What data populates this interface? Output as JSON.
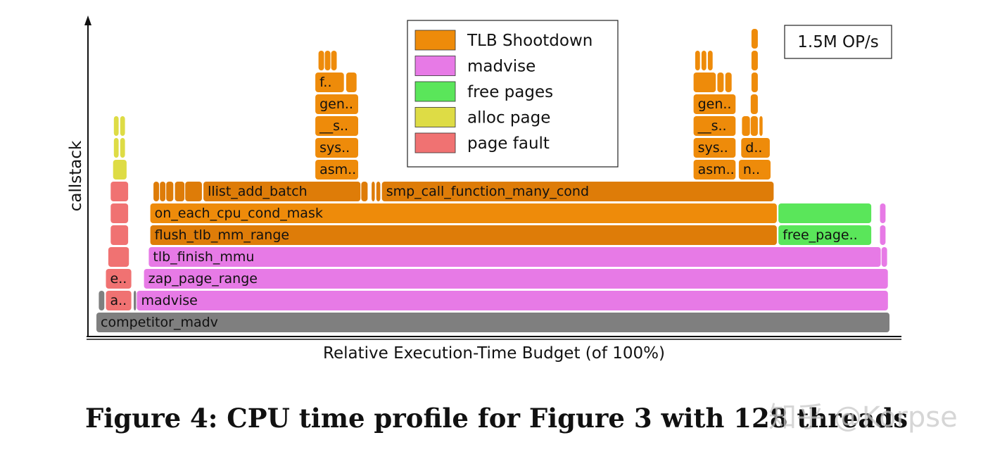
{
  "colors": {
    "tlb_shootdown": "#EE8B0A",
    "tlb_shootdown_dark": "#DE7C08",
    "madvise": "#E77AE6",
    "free_pages": "#5AE65A",
    "alloc_page": "#DEDC45",
    "page_fault": "#F07272",
    "other": "#7F7F7F"
  },
  "chart_data": {
    "type": "flamegraph",
    "xlabel": "Relative Execution-Time Budget (of 100%)",
    "ylabel": "callstack",
    "xlim": [
      0,
      100
    ],
    "legend": [
      {
        "label": "TLB Shootdown",
        "category": "tlb_shootdown"
      },
      {
        "label": "madvise",
        "category": "madvise"
      },
      {
        "label": "free pages",
        "category": "free_pages"
      },
      {
        "label": "alloc page",
        "category": "alloc_page"
      },
      {
        "label": "page fault",
        "category": "page_fault"
      }
    ],
    "legend_position": "top-center",
    "annotation": "1.5M OP/s",
    "frames": [
      {
        "label": "competitor_madv",
        "depth": 0,
        "start": 0.0,
        "width": 100.0,
        "category": "other"
      },
      {
        "label": "",
        "depth": 1,
        "start": 0.3,
        "width": 0.7,
        "category": "other"
      },
      {
        "label": "a..",
        "depth": 1,
        "start": 1.2,
        "width": 3.2,
        "category": "page_fault"
      },
      {
        "label": "",
        "depth": 1,
        "start": 4.7,
        "width": 0.3,
        "category": "other"
      },
      {
        "label": "madvise",
        "depth": 1,
        "start": 5.1,
        "width": 94.7,
        "category": "madvise"
      },
      {
        "label": "e..",
        "depth": 2,
        "start": 1.2,
        "width": 3.2,
        "category": "page_fault"
      },
      {
        "label": "zap_page_range",
        "depth": 2,
        "start": 6.0,
        "width": 93.8,
        "category": "madvise"
      },
      {
        "label": "",
        "depth": 3,
        "start": 1.5,
        "width": 2.6,
        "category": "page_fault"
      },
      {
        "label": "tlb_finish_mmu",
        "depth": 3,
        "start": 6.6,
        "width": 92.3,
        "category": "madvise"
      },
      {
        "label": "",
        "depth": 3,
        "start": 99.0,
        "width": 0.7,
        "category": "madvise"
      },
      {
        "label": "",
        "depth": 4,
        "start": 1.8,
        "width": 2.2,
        "category": "page_fault"
      },
      {
        "label": "flush_tlb_mm_range",
        "depth": 4,
        "start": 6.8,
        "width": 79.0,
        "category": "tlb_shootdown_dark"
      },
      {
        "label": "free_page..",
        "depth": 4,
        "start": 86.0,
        "width": 11.7,
        "category": "free_pages"
      },
      {
        "label": "",
        "depth": 4,
        "start": 98.8,
        "width": 0.7,
        "category": "madvise"
      },
      {
        "label": "",
        "depth": 5,
        "start": 1.8,
        "width": 2.2,
        "category": "page_fault"
      },
      {
        "label": "on_each_cpu_cond_mask",
        "depth": 5,
        "start": 6.8,
        "width": 79.0,
        "category": "tlb_shootdown"
      },
      {
        "label": "",
        "depth": 5,
        "start": 86.0,
        "width": 11.7,
        "category": "free_pages"
      },
      {
        "label": "",
        "depth": 5,
        "start": 98.8,
        "width": 0.7,
        "category": "madvise"
      },
      {
        "label": "",
        "depth": 6,
        "start": 1.8,
        "width": 2.2,
        "category": "page_fault"
      },
      {
        "label": "",
        "depth": 6,
        "start": 7.2,
        "width": 0.7,
        "category": "tlb_shootdown_dark"
      },
      {
        "label": "",
        "depth": 6,
        "start": 8.0,
        "width": 0.7,
        "category": "tlb_shootdown_dark"
      },
      {
        "label": "",
        "depth": 6,
        "start": 8.8,
        "width": 0.9,
        "category": "tlb_shootdown_dark"
      },
      {
        "label": "",
        "depth": 6,
        "start": 9.9,
        "width": 1.2,
        "category": "tlb_shootdown_dark"
      },
      {
        "label": "",
        "depth": 6,
        "start": 11.2,
        "width": 2.1,
        "category": "tlb_shootdown_dark"
      },
      {
        "label": "llist_add_batch",
        "depth": 6,
        "start": 13.5,
        "width": 19.8,
        "category": "tlb_shootdown_dark"
      },
      {
        "label": "",
        "depth": 6,
        "start": 33.4,
        "width": 0.8,
        "category": "tlb_shootdown_dark"
      },
      {
        "label": "",
        "depth": 6,
        "start": 34.7,
        "width": 0.4,
        "category": "tlb_shootdown_dark"
      },
      {
        "label": "",
        "depth": 6,
        "start": 35.3,
        "width": 0.5,
        "category": "tlb_shootdown_dark"
      },
      {
        "label": "smp_call_function_many_cond",
        "depth": 6,
        "start": 36.0,
        "width": 49.4,
        "category": "tlb_shootdown_dark"
      },
      {
        "label": "",
        "depth": 7,
        "start": 2.1,
        "width": 1.7,
        "category": "alloc_page"
      },
      {
        "label": "asm..",
        "depth": 7,
        "start": 27.6,
        "width": 5.4,
        "category": "tlb_shootdown"
      },
      {
        "label": "asm..",
        "depth": 7,
        "start": 75.3,
        "width": 5.3,
        "category": "tlb_shootdown"
      },
      {
        "label": "n..",
        "depth": 7,
        "start": 81.0,
        "width": 4.0,
        "category": "tlb_shootdown"
      },
      {
        "label": "",
        "depth": 8,
        "start": 2.2,
        "width": 0.6,
        "category": "alloc_page"
      },
      {
        "label": "",
        "depth": 8,
        "start": 3.0,
        "width": 0.6,
        "category": "alloc_page"
      },
      {
        "label": "sys..",
        "depth": 8,
        "start": 27.6,
        "width": 5.4,
        "category": "tlb_shootdown"
      },
      {
        "label": "sys..",
        "depth": 8,
        "start": 75.3,
        "width": 5.3,
        "category": "tlb_shootdown"
      },
      {
        "label": "d..",
        "depth": 8,
        "start": 81.3,
        "width": 3.6,
        "category": "tlb_shootdown"
      },
      {
        "label": "",
        "depth": 9,
        "start": 2.2,
        "width": 0.6,
        "category": "alloc_page"
      },
      {
        "label": "",
        "depth": 9,
        "start": 3.0,
        "width": 0.6,
        "category": "alloc_page"
      },
      {
        "label": "__s..",
        "depth": 9,
        "start": 27.6,
        "width": 5.4,
        "category": "tlb_shootdown"
      },
      {
        "label": "__s..",
        "depth": 9,
        "start": 75.3,
        "width": 5.3,
        "category": "tlb_shootdown"
      },
      {
        "label": "",
        "depth": 9,
        "start": 81.4,
        "width": 1.0,
        "category": "tlb_shootdown"
      },
      {
        "label": "",
        "depth": 9,
        "start": 82.5,
        "width": 0.9,
        "category": "tlb_shootdown"
      },
      {
        "label": "",
        "depth": 9,
        "start": 83.6,
        "width": 0.4,
        "category": "tlb_shootdown"
      },
      {
        "label": "gen..",
        "depth": 10,
        "start": 27.6,
        "width": 5.4,
        "category": "tlb_shootdown"
      },
      {
        "label": "gen..",
        "depth": 10,
        "start": 75.3,
        "width": 5.3,
        "category": "tlb_shootdown"
      },
      {
        "label": "",
        "depth": 10,
        "start": 82.5,
        "width": 0.9,
        "category": "tlb_shootdown"
      },
      {
        "label": "f..",
        "depth": 11,
        "start": 27.6,
        "width": 3.6,
        "category": "tlb_shootdown"
      },
      {
        "label": "",
        "depth": 11,
        "start": 31.5,
        "width": 1.3,
        "category": "tlb_shootdown"
      },
      {
        "label": "",
        "depth": 11,
        "start": 75.3,
        "width": 2.8,
        "category": "tlb_shootdown"
      },
      {
        "label": "",
        "depth": 11,
        "start": 78.3,
        "width": 0.8,
        "category": "tlb_shootdown"
      },
      {
        "label": "",
        "depth": 11,
        "start": 79.3,
        "width": 0.8,
        "category": "tlb_shootdown"
      },
      {
        "label": "",
        "depth": 11,
        "start": 82.6,
        "width": 0.8,
        "category": "tlb_shootdown"
      },
      {
        "label": "",
        "depth": 12,
        "start": 28.0,
        "width": 0.7,
        "category": "tlb_shootdown"
      },
      {
        "label": "",
        "depth": 12,
        "start": 28.8,
        "width": 0.7,
        "category": "tlb_shootdown"
      },
      {
        "label": "",
        "depth": 12,
        "start": 29.6,
        "width": 0.7,
        "category": "tlb_shootdown"
      },
      {
        "label": "",
        "depth": 12,
        "start": 75.5,
        "width": 0.6,
        "category": "tlb_shootdown"
      },
      {
        "label": "",
        "depth": 12,
        "start": 76.3,
        "width": 0.6,
        "category": "tlb_shootdown"
      },
      {
        "label": "",
        "depth": 12,
        "start": 77.1,
        "width": 0.6,
        "category": "tlb_shootdown"
      },
      {
        "label": "",
        "depth": 12,
        "start": 82.6,
        "width": 0.8,
        "category": "tlb_shootdown"
      },
      {
        "label": "",
        "depth": 13,
        "start": 82.6,
        "width": 0.8,
        "category": "tlb_shootdown"
      }
    ]
  },
  "caption": "Figure 4: CPU time profile for Figure 3 with 128 threads",
  "watermark": "知乎 @Korpse"
}
